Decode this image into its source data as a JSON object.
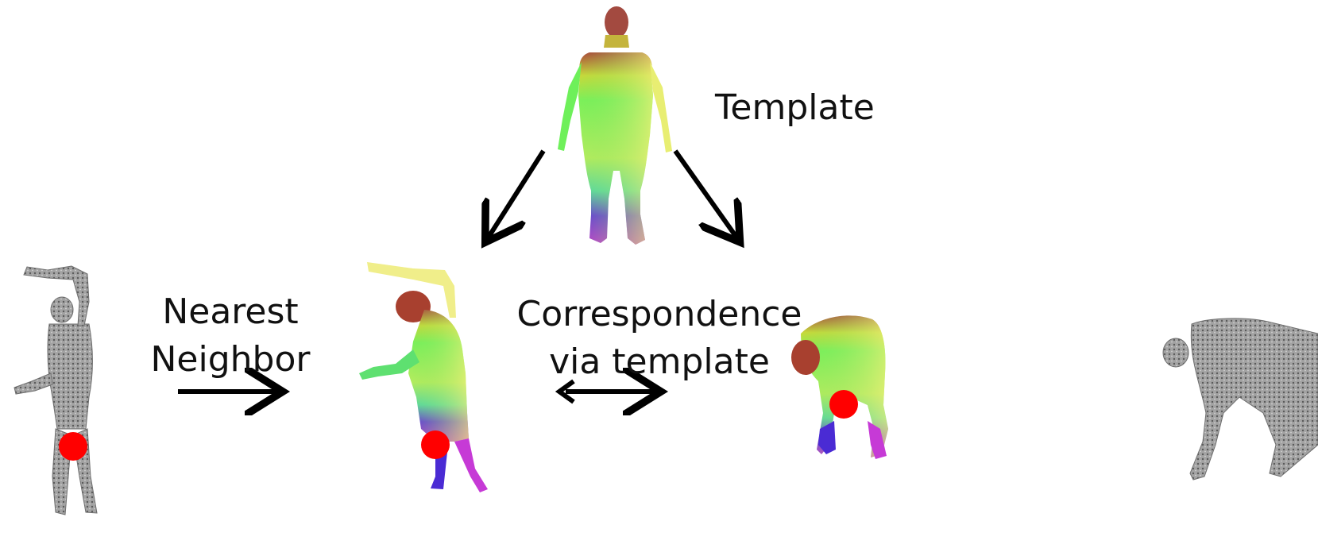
{
  "labels": {
    "template": "Template",
    "nearest_neighbor": [
      "Nearest",
      "Neighbor"
    ],
    "correspondence": [
      "Correspondence",
      "via template"
    ]
  },
  "colors": {
    "marker": "#ff0000",
    "arrow": "#000000",
    "raw_scan": "#8c8c8c",
    "text": "#111111"
  },
  "figures": [
    "raw-scan-side-bend",
    "template-body",
    "colored-body-side-bend",
    "colored-body-forward-bend",
    "raw-scan-forward-bend"
  ]
}
